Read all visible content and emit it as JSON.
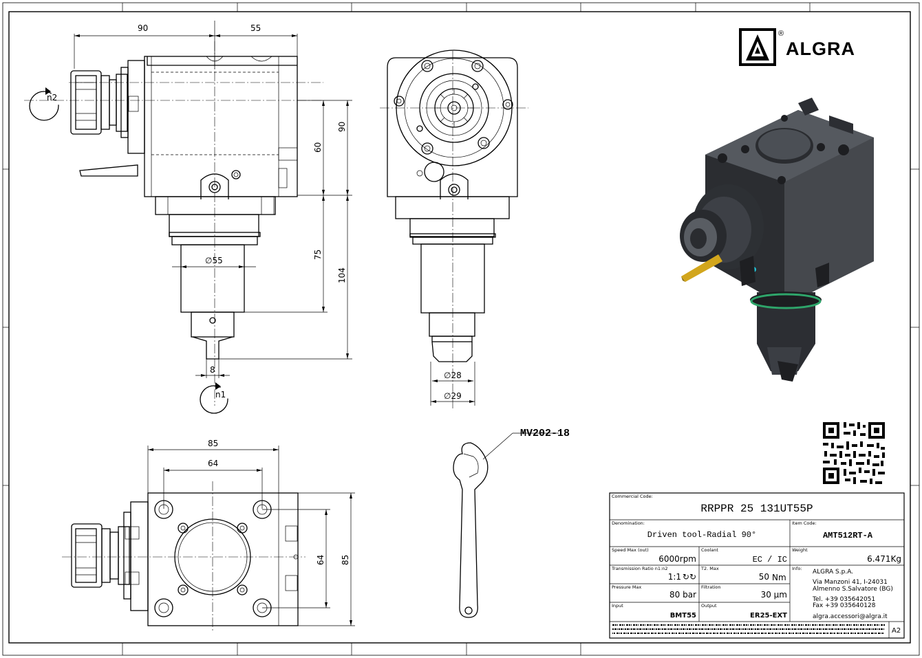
{
  "brand": {
    "name": "ALGRA",
    "registered": "®"
  },
  "dimensions": {
    "side": {
      "w1": "90",
      "w2": "55",
      "h_total": "90",
      "h_upper": "60",
      "h_lower": "75",
      "h_shank": "104",
      "dia_body": "55",
      "tang": "8"
    },
    "front": {
      "dia1": "28",
      "dia2": "29"
    },
    "bottom": {
      "w_outer": "85",
      "w_inner": "64",
      "h_inner": "64",
      "h_outer": "85"
    }
  },
  "rotation": {
    "n1": "n1",
    "n2": "n2"
  },
  "wrench": {
    "code": "MV202-18"
  },
  "title_block": {
    "commercial_code_label": "Commercial Code:",
    "commercial_code": "RRPPR 25 131UT55P",
    "denomination_label": "Denomination:",
    "denomination": "Driven tool-Radial 90°",
    "item_code_label": "Item Code:",
    "item_code": "AMT512RT-A",
    "speed_label": "Speed Max (out)",
    "speed": "6000rpm",
    "coolant_label": "Coolant",
    "coolant": "EC / IC",
    "weight_label": "Weight",
    "weight": "6.471Kg",
    "ratio_label": "Transmission Ratio n1:n2",
    "ratio": "1:1",
    "ratio_symbol": "↻↻",
    "torque_label": "T2. Max",
    "torque": "50",
    "torque_unit": "Nm",
    "info_label": "Info:",
    "info_company": "ALGRA S.p.A.",
    "info_address1": "Via Manzoni 41, I-24031",
    "info_address2": "Almenno S.Salvatore (BG)",
    "info_tel": "Tel. +39 035642051",
    "info_fax": "Fax +39 035640128",
    "info_email": "algra.accessori@algra.it",
    "pressure_label": "Pressure Max",
    "pressure": "80 bar",
    "filtration_label": "Filtration",
    "filtration": "30 μm",
    "input_label": "Input",
    "input": "BMT55",
    "output_label": "Output",
    "output": "ER25-EXT",
    "sheet_size": "A2"
  }
}
